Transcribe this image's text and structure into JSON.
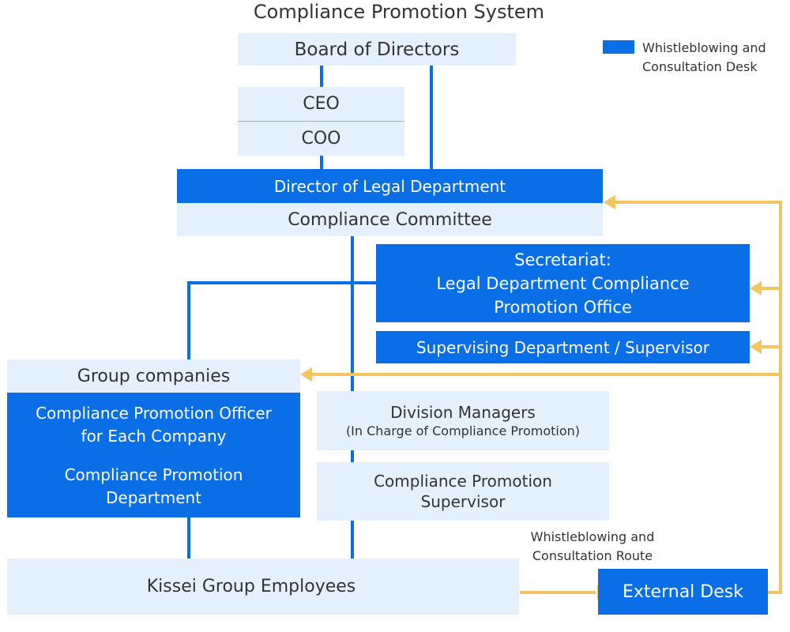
{
  "title": "Compliance Promotion System",
  "legend": {
    "label_line1": "Whistleblowing and",
    "label_line2": "Consultation Desk",
    "color": "#0a6ee6"
  },
  "nodes": {
    "board": "Board of Directors",
    "ceo": "CEO",
    "coo": "COO",
    "director_legal": "Director of Legal Department",
    "committee": "Compliance Committee",
    "secretariat": {
      "line1": "Secretariat:",
      "line2": "Legal Department Compliance",
      "line3": "Promotion Office"
    },
    "supervising": "Supervising Department / Supervisor",
    "group_companies": "Group companies",
    "promotion_officer": {
      "line1": "Compliance Promotion Officer",
      "line2": "for Each Company"
    },
    "promotion_dept": {
      "line1": "Compliance Promotion",
      "line2": "Department"
    },
    "division_managers": {
      "line1": "Division Managers",
      "line2": "(In Charge of Compliance Promotion)"
    },
    "promotion_supervisor": {
      "line1": "Compliance Promotion",
      "line2": "Supervisor"
    },
    "employees": "Kissei Group Employees",
    "external_desk": "External Desk"
  },
  "route_label": {
    "line1": "Whistleblowing and",
    "line2": "Consultation Route"
  },
  "colors": {
    "accent_blue": "#0a6ee6",
    "light_box": "#e4f0fc",
    "route_yellow": "#f2c462"
  }
}
